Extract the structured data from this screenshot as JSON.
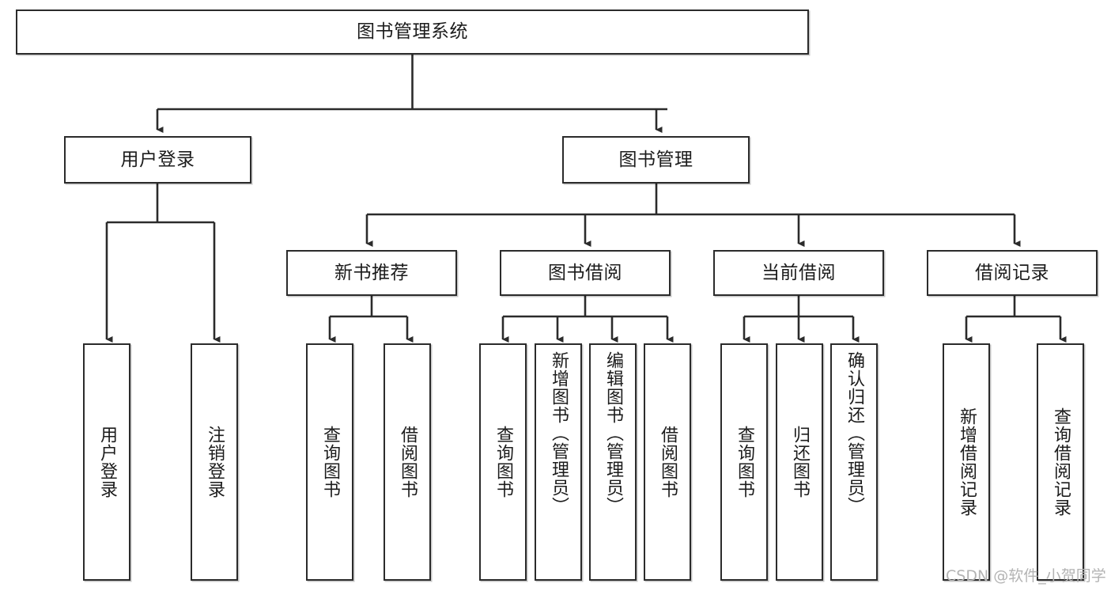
{
  "diagram": {
    "title": "图书管理系统",
    "type": "hierarchy-tree",
    "watermark": "CSDN @软件_小贺同学",
    "colors": {
      "box_border": "#2b2b2b",
      "box_fill": "#ffffff",
      "connector": "#2b2b2b",
      "text": "#1c1c1c",
      "watermark": "#b3b3b3",
      "background": "#ffffff"
    },
    "root": {
      "id": "root",
      "label": "图书管理系统"
    },
    "level2": [
      {
        "id": "user-login",
        "label": "用户登录"
      },
      {
        "id": "book-manage",
        "label": "图书管理"
      }
    ],
    "level3": [
      {
        "id": "new-book-recommend",
        "label": "新书推荐",
        "parent": "book-manage"
      },
      {
        "id": "book-borrow",
        "label": "图书借阅",
        "parent": "book-manage"
      },
      {
        "id": "current-borrow",
        "label": "当前借阅",
        "parent": "book-manage"
      },
      {
        "id": "borrow-record",
        "label": "借阅记录",
        "parent": "book-manage"
      }
    ],
    "leaves": [
      {
        "id": "leaf-user-login",
        "label": "用户登录",
        "parent": "user-login"
      },
      {
        "id": "leaf-logout-login",
        "label": "注销登录",
        "parent": "user-login"
      },
      {
        "id": "leaf-query-book-1",
        "label": "查询图书",
        "parent": "new-book-recommend"
      },
      {
        "id": "leaf-borrow-book-1",
        "label": "借阅图书",
        "parent": "new-book-recommend"
      },
      {
        "id": "leaf-query-book-2",
        "label": "查询图书",
        "parent": "book-borrow"
      },
      {
        "id": "leaf-add-book",
        "label": "新增图书（管理员）",
        "parent": "book-borrow"
      },
      {
        "id": "leaf-edit-book",
        "label": "编辑图书（管理员）",
        "parent": "book-borrow"
      },
      {
        "id": "leaf-borrow-book-2",
        "label": "借阅图书",
        "parent": "book-borrow"
      },
      {
        "id": "leaf-query-book-3",
        "label": "查询图书",
        "parent": "current-borrow"
      },
      {
        "id": "leaf-return-book",
        "label": "归还图书",
        "parent": "current-borrow"
      },
      {
        "id": "leaf-confirm-return",
        "label": "确认归还（管理员）",
        "parent": "current-borrow"
      },
      {
        "id": "leaf-add-record",
        "label": "新增借阅记录",
        "parent": "borrow-record"
      },
      {
        "id": "leaf-query-record",
        "label": "查询借阅记录",
        "parent": "borrow-record"
      }
    ]
  }
}
